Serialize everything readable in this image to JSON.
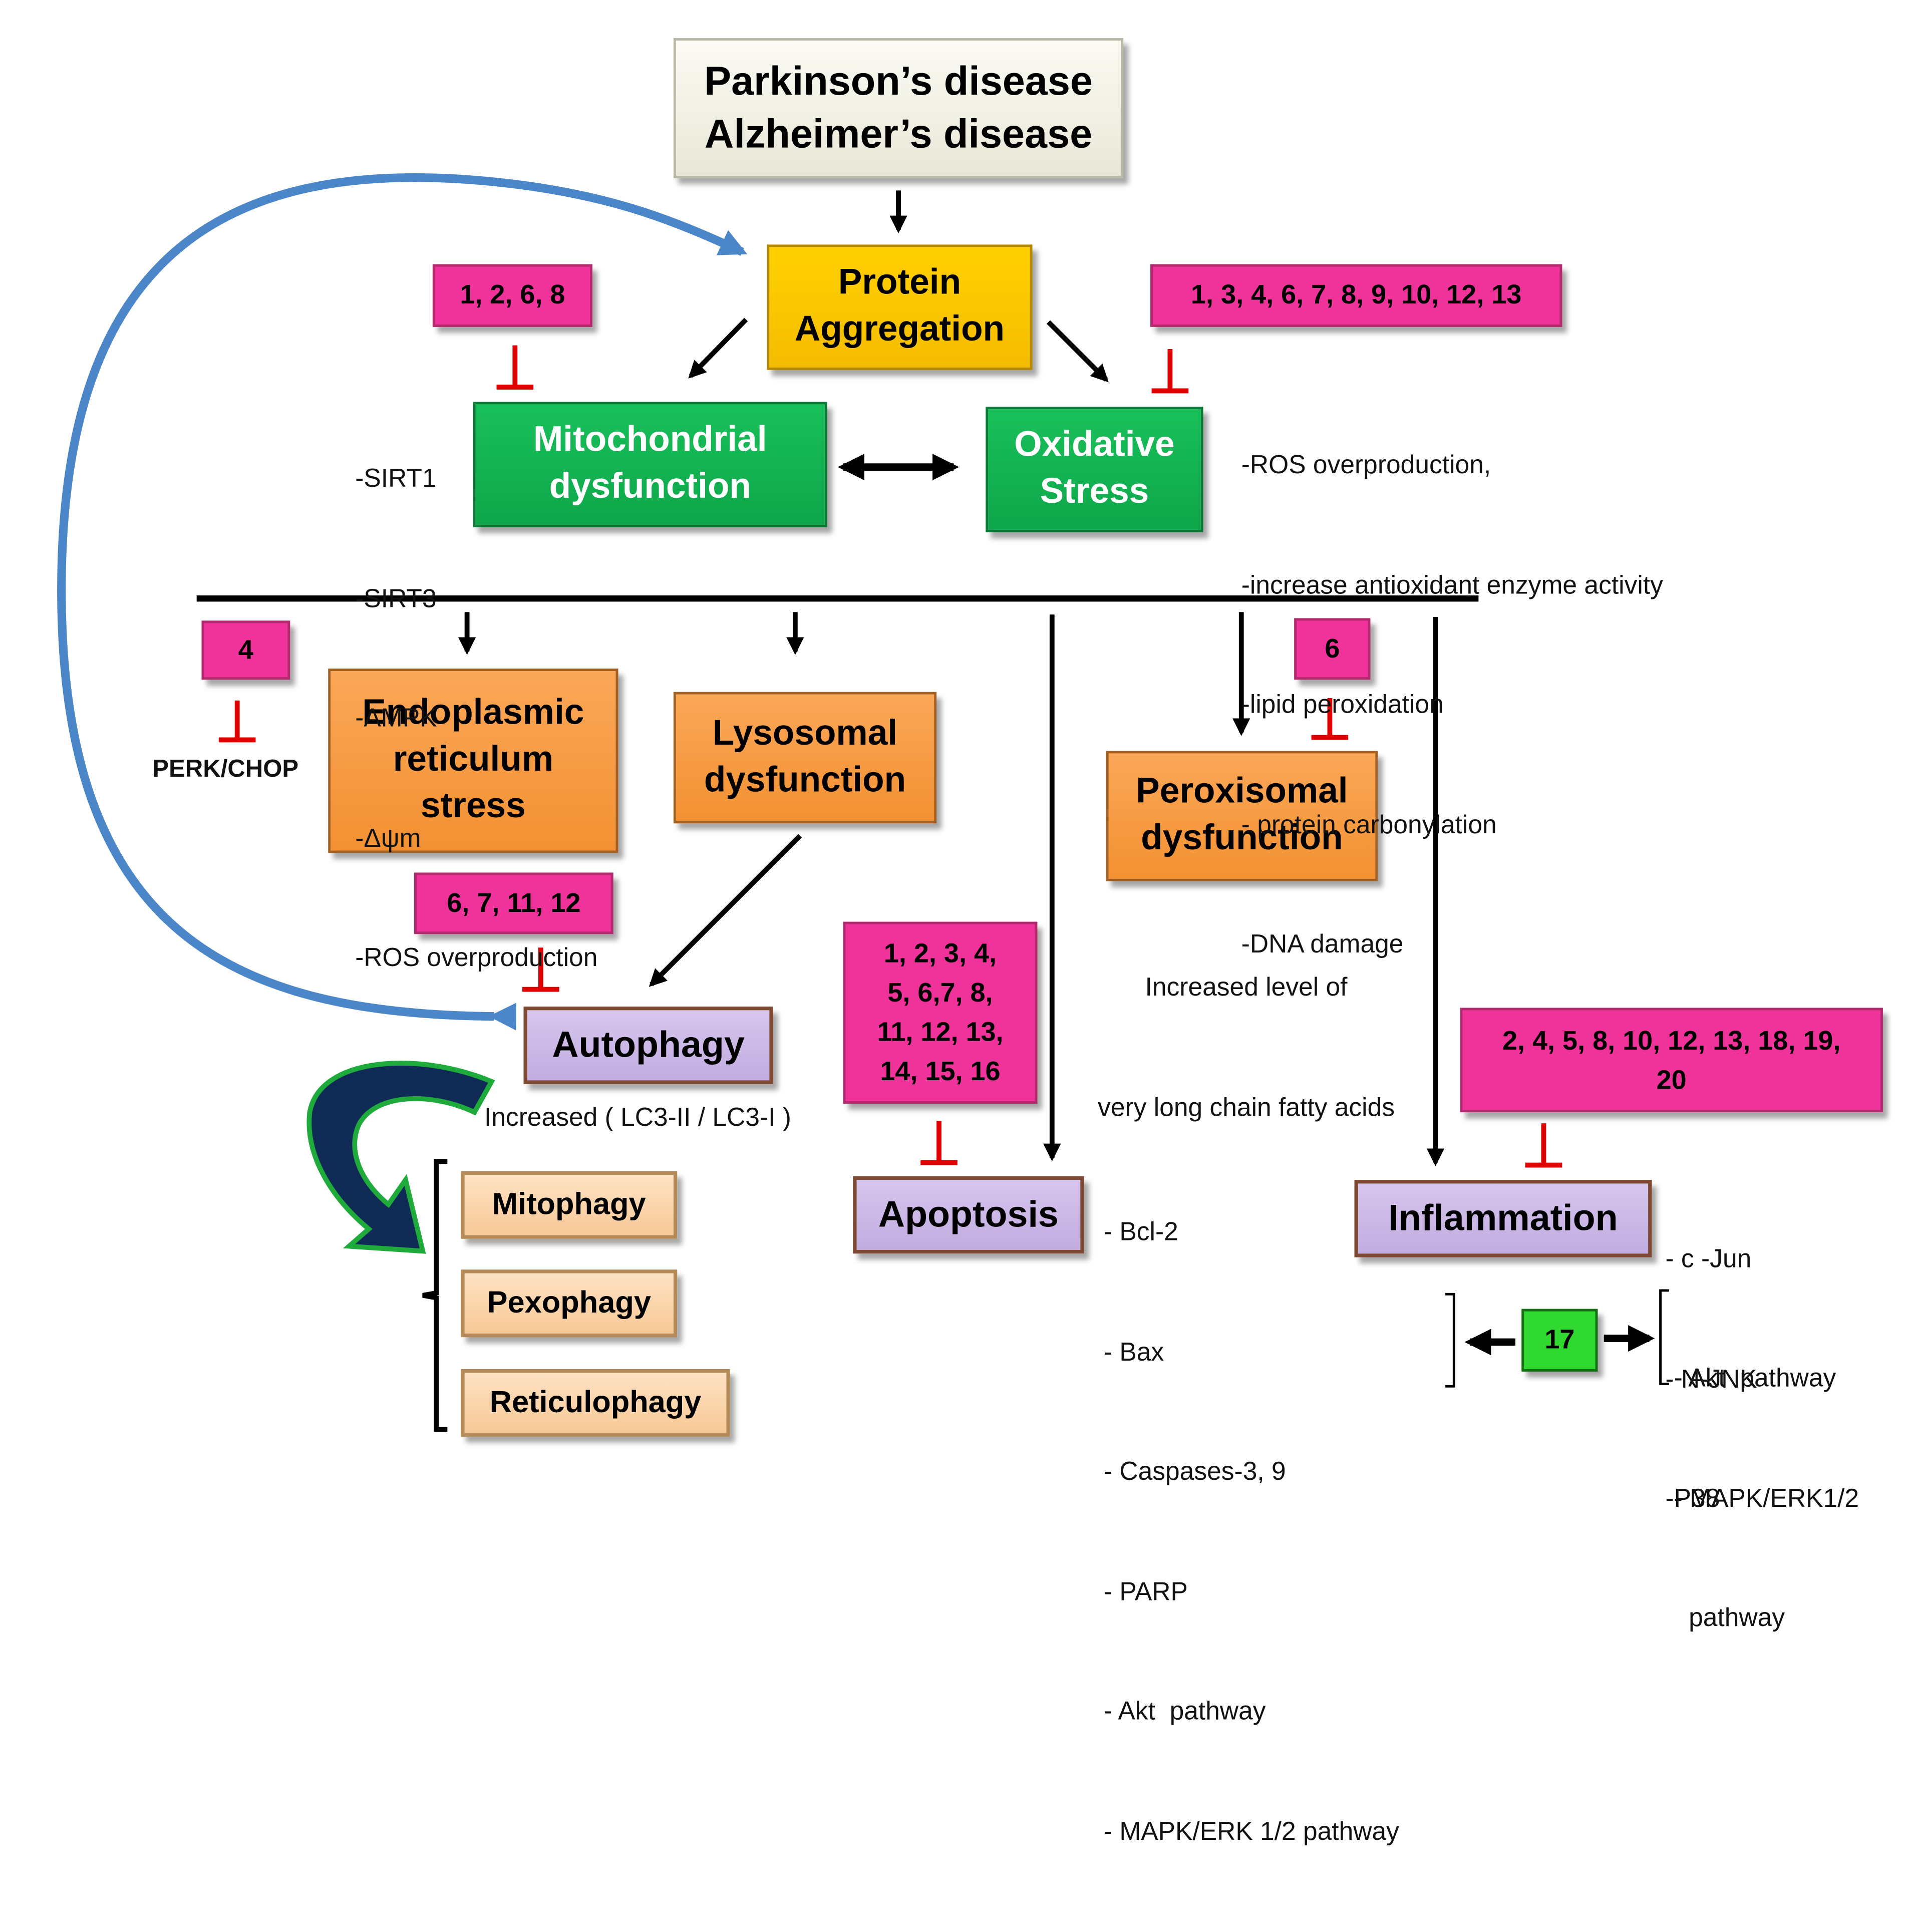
{
  "disease": {
    "line1": "Parkinson’s disease",
    "line2": "Alzheimer’s disease"
  },
  "protein_aggregation": {
    "line1": "Protein",
    "line2": "Aggregation"
  },
  "mitochondrial": {
    "line1": "Mitochondrial",
    "line2": "dysfunction",
    "markers": [
      "-SIRT1",
      "-SIRT3",
      "-AMPK",
      "-Δψm",
      "-ROS overproduction"
    ]
  },
  "oxidative": {
    "line1": "Oxidative",
    "line2": "Stress",
    "markers": [
      "-ROS overproduction,",
      "-increase antioxidant enzyme activity",
      "-lipid peroxidation",
      "- protein carbonylation",
      "-DNA damage"
    ]
  },
  "er_stress": {
    "line1": "Endoplasmic",
    "line2": "reticulum",
    "line3": "stress",
    "marker": "PERK/CHOP"
  },
  "lysosomal": {
    "line1": "Lysosomal",
    "line2": "dysfunction"
  },
  "peroxisomal": {
    "line1": "Peroxisomal",
    "line2": "dysfunction",
    "note_line1": "Increased level of",
    "note_line2": "very long chain fatty acids"
  },
  "autophagy": {
    "label": "Autophagy",
    "note": "Increased ( LC3-II / LC3-I )",
    "subtypes": [
      "Mitophagy",
      "Pexophagy",
      "Reticulophagy"
    ]
  },
  "apoptosis": {
    "label": "Apoptosis",
    "markers": [
      "- Bcl-2",
      "- Bax",
      "- Caspases-3, 9",
      "- PARP",
      "- Akt  pathway",
      "- MAPK/ERK 1/2 pathway"
    ]
  },
  "inflammation": {
    "label": "Inflammation",
    "markers": [
      "- c -Jun",
      "- N-JNK",
      "-P38"
    ],
    "pathways_line1": "- Akt  pathway",
    "pathways_line2": "- MAPK/ERK1/2",
    "pathways_line3": "pathway"
  },
  "refs": {
    "mito": "1, 2, 6, 8",
    "oxidative": "1, 3, 4, 6, 7, 8, 9, 10, 12, 13",
    "er": "4",
    "peroxisomal": "6",
    "autophagy": "6, 7, 11, 12",
    "apoptosis_line1": "1, 2, 3, 4,",
    "apoptosis_line2": "5, 6,7, 8,",
    "apoptosis_line3": "11, 12, 13,",
    "apoptosis_line4": "14, 15, 16",
    "inflammation_line1": "2, 4, 5, 8, 10, 12, 13, 18, 19,",
    "inflammation_line2": "20",
    "compound17": "17"
  },
  "colors": {
    "blue_arrow": "#4a86c8",
    "inhibit": "#e00000",
    "curved_arrow_fill": "#0f2b55",
    "curved_arrow_edge": "#1faa3c",
    "reference_box": "#f0329b",
    "compound_box": "#2fd92f"
  }
}
